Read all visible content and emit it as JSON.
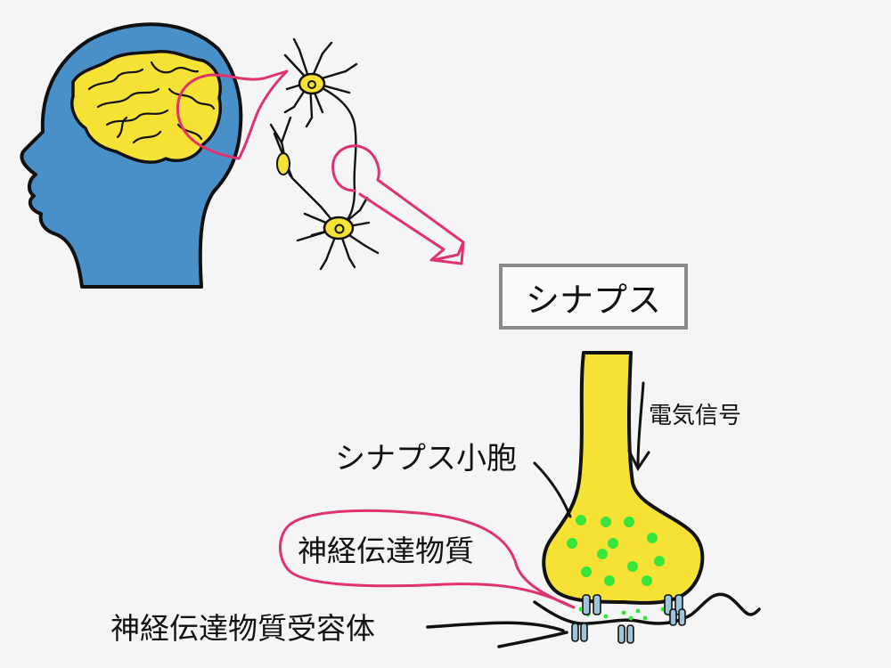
{
  "title": "シナプス",
  "labels": {
    "electric_signal": "電気信号",
    "synaptic_vesicle": "シナプス小胞",
    "neurotransmitter": "神経伝達物質",
    "receptor": "神経伝達物質受容体"
  },
  "colors": {
    "head": "#4a90c8",
    "brain": "#f6e234",
    "highlight": "#e0326e",
    "vesicle": "#39e53a",
    "receptor": "#9cc4dd",
    "outline": "#111111"
  }
}
